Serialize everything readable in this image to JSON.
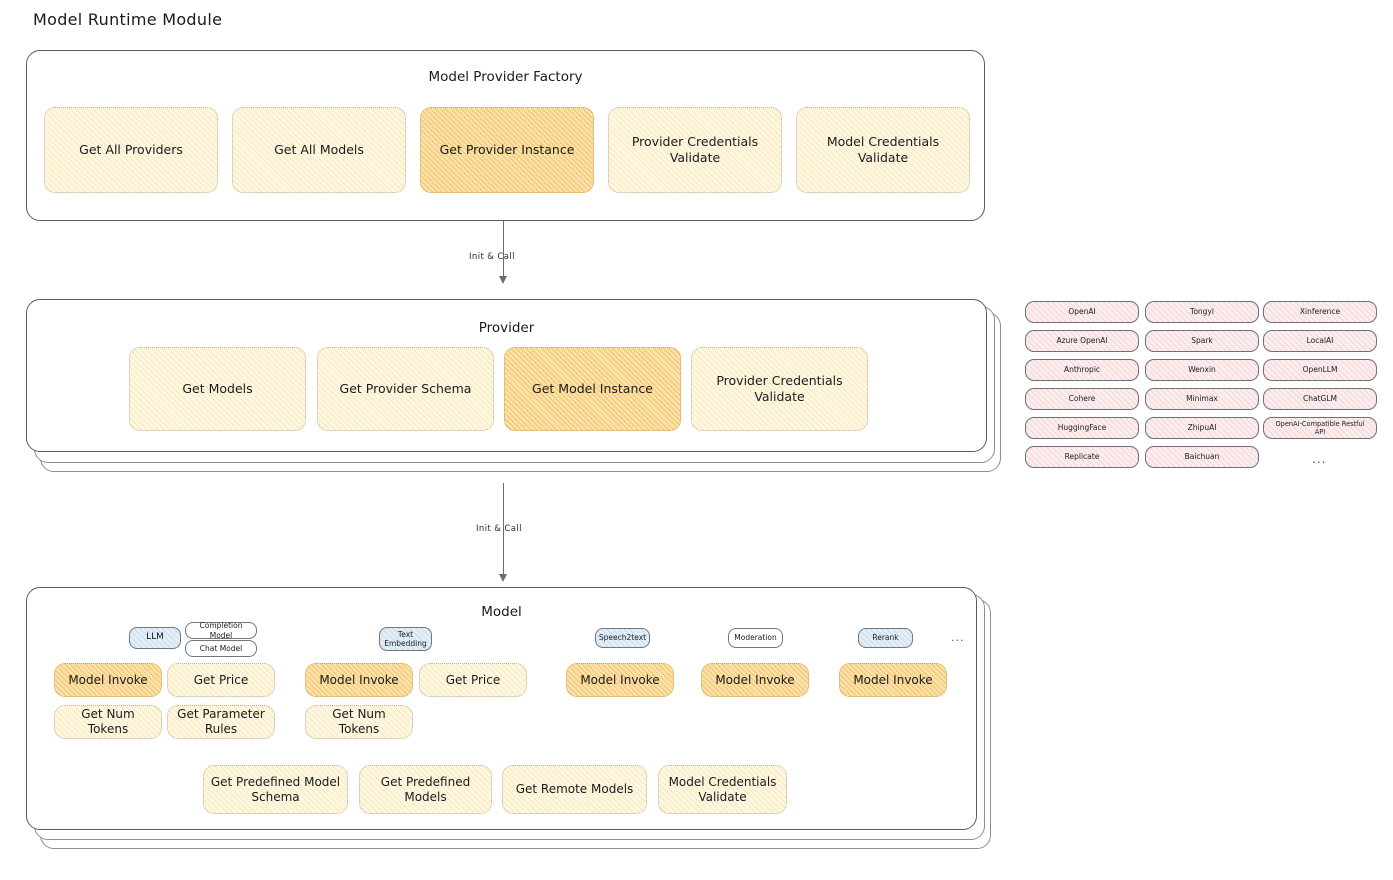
{
  "page": {
    "title": "Model Runtime Module"
  },
  "arrows": [
    {
      "label": "Init & Call"
    },
    {
      "label": "Init & Call"
    }
  ],
  "factory": {
    "title": "Model Provider Factory",
    "nodes": [
      {
        "label": "Get All Providers",
        "highlight": false
      },
      {
        "label": "Get All Models",
        "highlight": false
      },
      {
        "label": "Get Provider Instance",
        "highlight": true
      },
      {
        "label": "Provider Credentials Validate",
        "highlight": false
      },
      {
        "label": "Model Credentials Validate",
        "highlight": false
      }
    ]
  },
  "provider": {
    "title": "Provider",
    "nodes": [
      {
        "label": "Get Models",
        "highlight": false
      },
      {
        "label": "Get Provider Schema",
        "highlight": false
      },
      {
        "label": "Get Model Instance",
        "highlight": true
      },
      {
        "label": "Provider Credentials Validate",
        "highlight": false
      }
    ]
  },
  "provider_list": {
    "ellipsis": "...",
    "columns": [
      {
        "items": [
          "OpenAI",
          "Azure OpenAI",
          "Anthropic",
          "Cohere",
          "HuggingFace",
          "Replicate"
        ]
      },
      {
        "items": [
          "Tongyi",
          "Spark",
          "Wenxin",
          "Minimax",
          "ZhipuAI",
          "Baichuan"
        ]
      },
      {
        "items": [
          "Xinference",
          "LocalAI",
          "OpenLLM",
          "ChatGLM",
          "OpenAI-Compatible Restful API"
        ]
      }
    ]
  },
  "model": {
    "title": "Model",
    "ellipsis": "...",
    "types": [
      {
        "badge": "LLM",
        "badge_style": "blue",
        "sub_badges": [
          "Completion Model",
          "Chat Model"
        ],
        "methods": [
          {
            "label": "Model Invoke",
            "highlight": true
          },
          {
            "label": "Get Price",
            "highlight": false
          },
          {
            "label": "Get Num Tokens",
            "highlight": false
          },
          {
            "label": "Get Parameter Rules",
            "highlight": false
          }
        ]
      },
      {
        "badge": "Text Embedding",
        "badge_style": "blue",
        "sub_badges": [],
        "methods": [
          {
            "label": "Model Invoke",
            "highlight": true
          },
          {
            "label": "Get Price",
            "highlight": false
          },
          {
            "label": "Get Num Tokens",
            "highlight": false
          }
        ]
      },
      {
        "badge": "Speech2text",
        "badge_style": "blue",
        "sub_badges": [],
        "methods": [
          {
            "label": "Model Invoke",
            "highlight": true
          }
        ]
      },
      {
        "badge": "Moderation",
        "badge_style": "plain",
        "sub_badges": [],
        "methods": [
          {
            "label": "Model Invoke",
            "highlight": true
          }
        ]
      },
      {
        "badge": "Rerank",
        "badge_style": "blue",
        "sub_badges": [],
        "methods": [
          {
            "label": "Model Invoke",
            "highlight": true
          }
        ]
      }
    ],
    "shared_methods": [
      {
        "label": "Get Predefined Model Schema"
      },
      {
        "label": "Get Predefined Models"
      },
      {
        "label": "Get Remote Models"
      },
      {
        "label": "Model Credentials Validate"
      }
    ]
  },
  "colors": {
    "cream": "#fdf7e3",
    "amber": "#fbe2ae",
    "pink": "#fceeee",
    "blue": "#e3eef7",
    "stroke": "#5c5c63"
  }
}
